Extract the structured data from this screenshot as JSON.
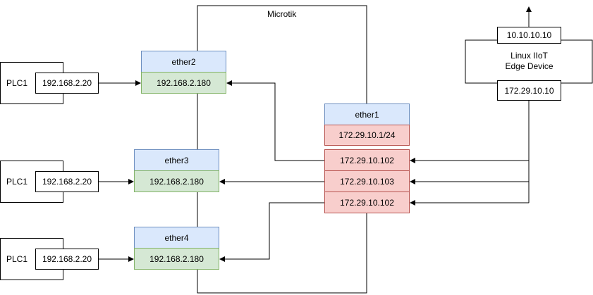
{
  "router": {
    "label": "Microtik"
  },
  "plcs": [
    {
      "name": "PLC1",
      "ip": "192.168.2.20"
    },
    {
      "name": "PLC1",
      "ip": "192.168.2.20"
    },
    {
      "name": "PLC1",
      "ip": "192.168.2.20"
    }
  ],
  "ports": [
    {
      "name": "ether2",
      "ip": "192.168.2.180"
    },
    {
      "name": "ether3",
      "ip": "192.168.2.180"
    },
    {
      "name": "ether4",
      "ip": "192.168.2.180"
    }
  ],
  "ether1": {
    "name": "ether1",
    "subnet": "172.29.10.1/24",
    "aliases": [
      "172.29.10.102",
      "172.29.10.103",
      "172.29.10.102"
    ]
  },
  "edge": {
    "title_line1": "Linux IIoT",
    "title_line2": "Edge Device",
    "wan_ip": "10.10.10.10",
    "lan_ip": "172.29.10.10"
  }
}
